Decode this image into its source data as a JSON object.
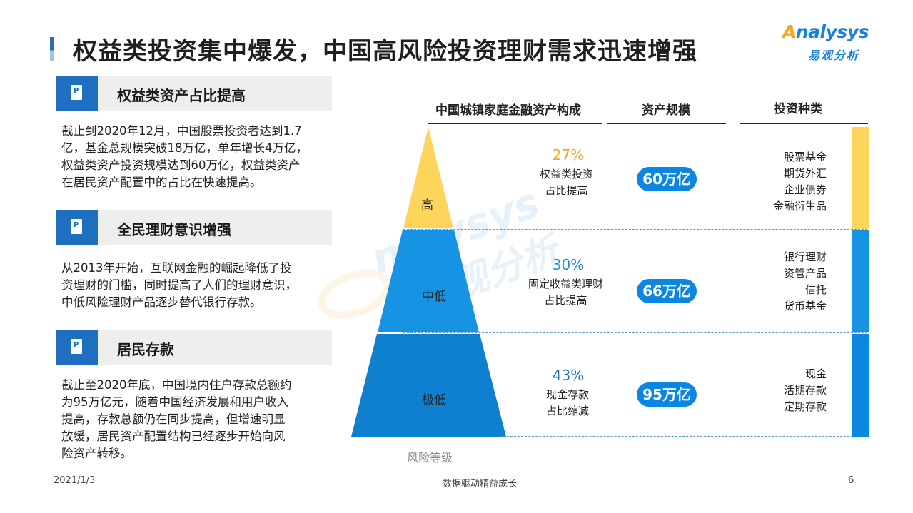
{
  "header": {
    "title": "权益类投资集中爆发，中国高风险投资理财需求迅速增强",
    "logo_en_a": "A",
    "logo_en_rest": "nalysys",
    "logo_cn": "易观分析"
  },
  "sections": [
    {
      "icon": "document-icon",
      "icon_letter": "P",
      "title": "权益类资产占比提高",
      "lines": [
        "截止到2020年12月，中国股票投资者达到1.7",
        "亿，基金总规模突破18万亿，单年增长4万亿，",
        "权益类资产投资规模达到60万亿，权益类资产",
        "在居民资产配置中的占比在快速提高。"
      ]
    },
    {
      "icon": "document-icon",
      "icon_letter": "P",
      "title": "全民理财意识增强",
      "lines": [
        "从2013年开始，互联网金融的崛起降低了投",
        "资理财的门槛，同时提高了人们的理财意识，",
        "中低风险理财产品逐步替代银行存款。"
      ]
    },
    {
      "icon": "document-icon",
      "icon_letter": "P",
      "title": "居民存款",
      "lines": [
        "截止至2020年底，中国境内住户存款总额约",
        "为95万亿元，随着中国经济发展和用户收入",
        "提高，存款总额仍在同步提高，但增速明显",
        "放缓，居民资产配置结构已经逐步开始向风",
        "险资产转移。"
      ]
    }
  ],
  "pyramid": {
    "col_composition": "中国城镇家庭金融资产构成",
    "col_scale": "资产规模",
    "col_types": "投资种类",
    "axis_label": "风险等级",
    "tiers": [
      {
        "level": "高",
        "pct": "27%",
        "desc": [
          "权益类投资",
          "占比提高"
        ],
        "scale": "60万亿",
        "kinds": [
          "股票基金",
          "期货外汇",
          "企业债券",
          "金融衍生品"
        ],
        "color": "#fcd55a",
        "pct_color": "#f3a51d"
      },
      {
        "level": "中低",
        "pct": "30%",
        "desc": [
          "固定收益类理财",
          "占比提高"
        ],
        "scale": "66万亿",
        "kinds": [
          "银行理财",
          "资管产品",
          "信托",
          "货币基金"
        ],
        "color": "#1793e3",
        "pct_color": "#1a8ee0"
      },
      {
        "level": "极低",
        "pct": "43%",
        "desc": [
          "现金存款",
          "占比缩减"
        ],
        "scale": "95万亿",
        "kinds": [
          "现金",
          "活期存款",
          "定期存款"
        ],
        "color": "#0f7fcf",
        "pct_color": "#1f6fc0"
      }
    ]
  },
  "footer": {
    "date": "2021/1/3",
    "slogan": "数据驱动精益成长",
    "page": "6"
  }
}
